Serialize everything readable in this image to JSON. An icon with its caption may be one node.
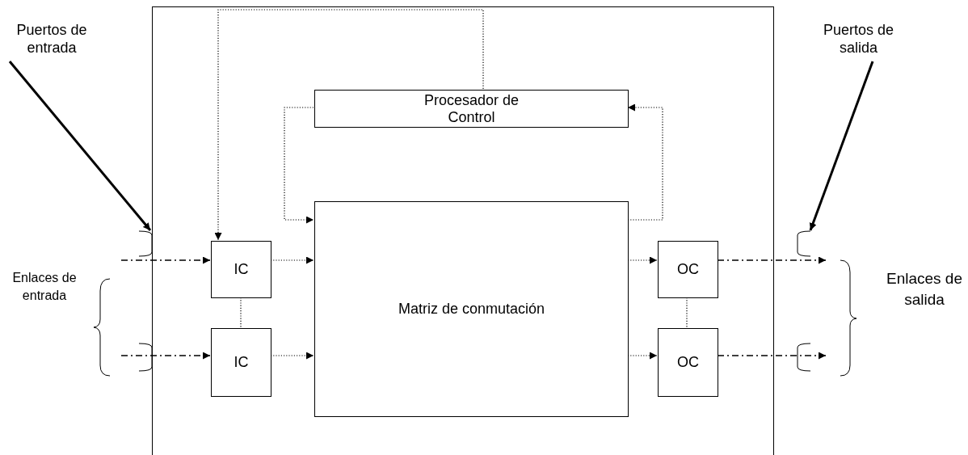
{
  "diagram": {
    "nodes": [
      {
        "text": [],
        "shape": "box"
      },
      {
        "text": [
          "Procesador de Control"
        ],
        "in": 0
      },
      {
        "text": [
          "Matriz de conmutación"
        ],
        "in": 0
      },
      {
        "text": [
          "IC"
        ],
        "in": 0
      },
      {
        "text": [
          "IC"
        ],
        "in": 0
      },
      {
        "text": [
          "OC"
        ],
        "in": 0
      },
      {
        "text": [
          "OC"
        ],
        "in": 0
      },
      {
        "text": [
          "Puertos de entrada"
        ]
      },
      {
        "text": [
          "Puertos de salida"
        ]
      },
      {
        "text": [],
        "shape": "bracket"
      },
      {
        "text": [],
        "shape": "bracket"
      },
      {
        "text": [],
        "shape": "bracket"
      },
      {
        "text": [],
        "shape": "bracket"
      }
    ],
    "edges": [
      {
        "from": 1,
        "to": 3,
        "arrow": "to",
        "style": "dashed"
      },
      {
        "from": 1,
        "to": 2,
        "arrow": "to",
        "style": "dashed"
      },
      {
        "from": 2,
        "to": 1,
        "arrow": "to",
        "style": "dashed"
      },
      {
        "from": 3,
        "to": 2,
        "arrow": "to",
        "style": "dashed"
      },
      {
        "from": 4,
        "to": 2,
        "arrow": "to",
        "style": "dashed"
      },
      {
        "from": 2,
        "to": 5,
        "arrow": "to",
        "style": "dashed"
      },
      {
        "from": 2,
        "to": 6,
        "arrow": "to",
        "style": "dashed"
      },
      {
        "from": 3,
        "to": 4,
        "arrow": "none",
        "style": "dashed"
      },
      {
        "from": 5,
        "to": 6,
        "arrow": "none",
        "style": "dashed"
      },
      {
        "from": null,
        "to": 3,
        "arrow": "to",
        "style": "dashed"
      },
      {
        "from": null,
        "to": 4,
        "arrow": "to",
        "style": "dashed"
      },
      {
        "from": 5,
        "to": 11,
        "arrow": "to",
        "style": "dashed"
      },
      {
        "from": 6,
        "to": 12,
        "arrow": "to",
        "style": "dashed"
      },
      {
        "from": 7,
        "to": 9,
        "arrow": "to",
        "style": "thick"
      },
      {
        "from": 8,
        "to": 11,
        "arrow": "to",
        "style": "thick"
      }
    ],
    "labels": [
      "Enlaces de entrada",
      "Enlaces de salida"
    ]
  }
}
